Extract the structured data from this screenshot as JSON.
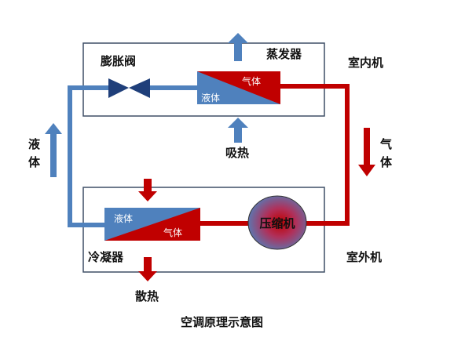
{
  "labels": {
    "evaporator": "蒸发器",
    "expansion_valve": "膨胀阀",
    "indoor_unit": "室内机",
    "outdoor_unit": "室外机",
    "condenser": "冷凝器",
    "compressor": "压缩机",
    "absorb_heat": "吸热",
    "dissipate_heat": "散热",
    "liquid_left": [
      "液",
      "体"
    ],
    "gas_right": [
      "气",
      "体"
    ],
    "evap_liquid": "液体",
    "evap_gas": "气体",
    "cond_liquid": "液体",
    "cond_gas": "气体",
    "caption": "空调原理示意图"
  },
  "colors": {
    "liquid_blue": "#4f81bd",
    "gas_red": "#c00000",
    "valve_navy": "#1f3f7a",
    "frame": "#3f4f66"
  }
}
